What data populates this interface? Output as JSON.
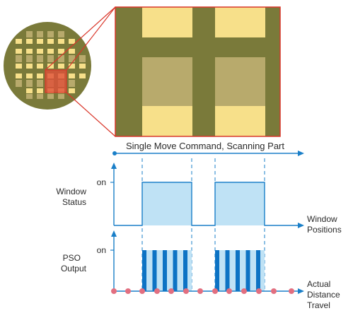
{
  "command_label": "Single Move Command, Scanning Part",
  "window_status": {
    "label_line1": "Window",
    "label_line2": "Status",
    "on_label": "on",
    "axis_label_line1": "Window",
    "axis_label_line2": "Positions"
  },
  "pso_output": {
    "label_line1": "PSO",
    "label_line2": "Output",
    "on_label": "on",
    "axis_label_line1": "Actual",
    "axis_label_line2": "Distance",
    "axis_label_line3": "Travel"
  },
  "colors": {
    "wafer_olive": "#7a7a3a",
    "cell_yellow": "#f7e08a",
    "cell_tan": "#b8aa6c",
    "highlight_red": "#e0503a",
    "axis_blue": "#1a7fc8",
    "window_fill": "#bfe2f5",
    "pulse_blue": "#0d73c4",
    "marker_pink": "#e26f80"
  }
}
